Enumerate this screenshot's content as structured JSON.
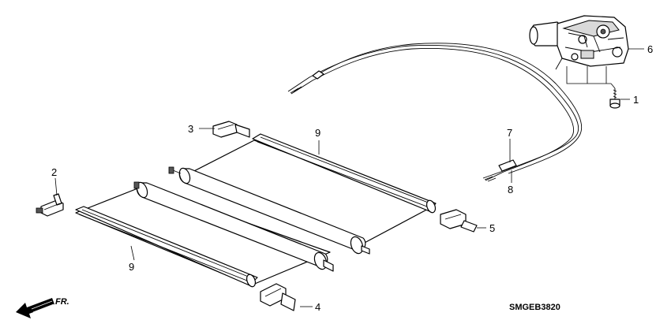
{
  "callouts": {
    "c1": "1",
    "c2": "2",
    "c3": "3",
    "c4": "4",
    "c5": "5",
    "c6": "6",
    "c7": "7",
    "c8": "8",
    "c9a": "9",
    "c9b": "9"
  },
  "diagram_code": "SMGEB3820",
  "front_indicator": "FR.",
  "icons": {
    "front_arrow": "front-arrow-icon"
  }
}
